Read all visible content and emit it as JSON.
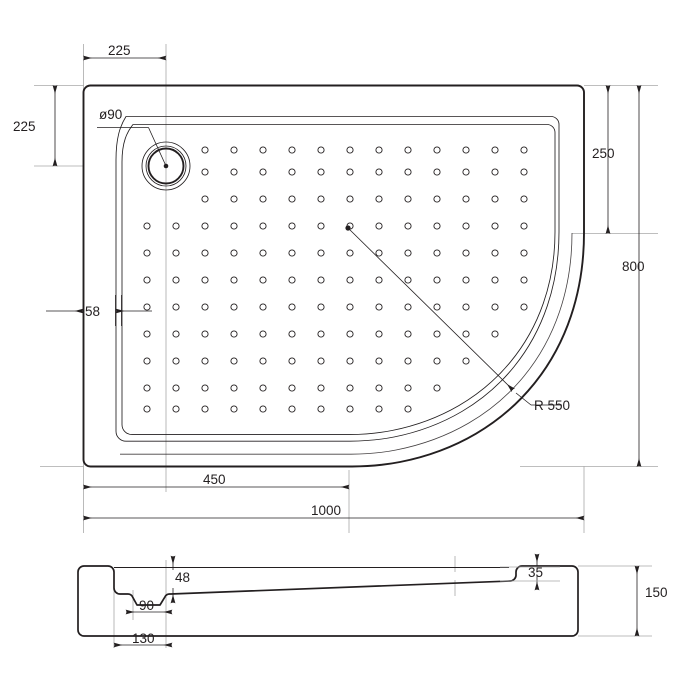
{
  "drawing": {
    "title": "Shower tray technical drawing",
    "units": "mm",
    "line_color": "#231f20",
    "thin_line_color": "#6f6f6f",
    "dimension_color": "#9a9a9a",
    "background": "#ffffff"
  },
  "plan_view": {
    "name": "plan-view",
    "dimensions": {
      "drain_offset_x": "225",
      "drain_offset_y": "225",
      "drain_diameter": "ø90",
      "rim_width": "58",
      "top_right_straight": "250",
      "overall_depth": "800",
      "bottom_straight": "450",
      "overall_width": "1000",
      "corner_radius": "R 550"
    }
  },
  "section_view": {
    "name": "section-view",
    "dimensions": {
      "step_height": "48",
      "drain_recess_width": "90",
      "lip_width": "130",
      "rim_thickness": "35",
      "overall_height": "150"
    }
  },
  "labels": {
    "dia90": "ø90",
    "d225_top": "225",
    "d225_left": "225",
    "d58": "58",
    "d250": "250",
    "d800": "800",
    "d450": "450",
    "d1000": "1000",
    "r550": "R 550",
    "d48": "48",
    "d90": "90",
    "d130": "130",
    "d35": "35",
    "d150": "150"
  }
}
